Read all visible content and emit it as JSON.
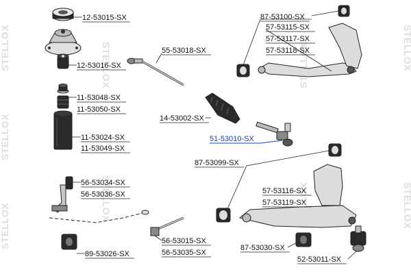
{
  "watermark": "STELLOX",
  "colors": {
    "ink": "#222222",
    "highlight": "#1a3fb0",
    "watermark": "#dddddd",
    "rubber": "#2a2a2a",
    "metal": "#c8c8c8"
  },
  "labels": {
    "l_12_53015": "12-53015-SX",
    "l_12_53016": "12-53016-SX",
    "l_11_53048": "11-53048-SX",
    "l_11_53050": "11-53050-SX",
    "l_11_53024": "11-53024-SX",
    "l_11_53049": "11-53049-SX",
    "l_56_53034": "56-53034-SX",
    "l_56_53036": "56-53036-SX",
    "l_89_53026": "89-53026-SX",
    "l_55_53018": "55-53018-SX",
    "l_14_53002": "14-53002-SX",
    "l_51_53010": "51-53010-SX",
    "l_56_53015": "56-53015-SX",
    "l_56_53035": "56-53035-SX",
    "l_87_53100": "87-53100-SX",
    "l_57_53115": "57-53115-SX",
    "l_57_53117": "57-53117-SX",
    "l_57_53118": "57-53118-SX",
    "l_87_53099": "87-53099-SX",
    "l_57_53116": "57-53116-SX",
    "l_57_53119": "57-53119-SX",
    "l_87_53030": "87-53030-SX",
    "l_52_53011": "52-53011-SX"
  }
}
